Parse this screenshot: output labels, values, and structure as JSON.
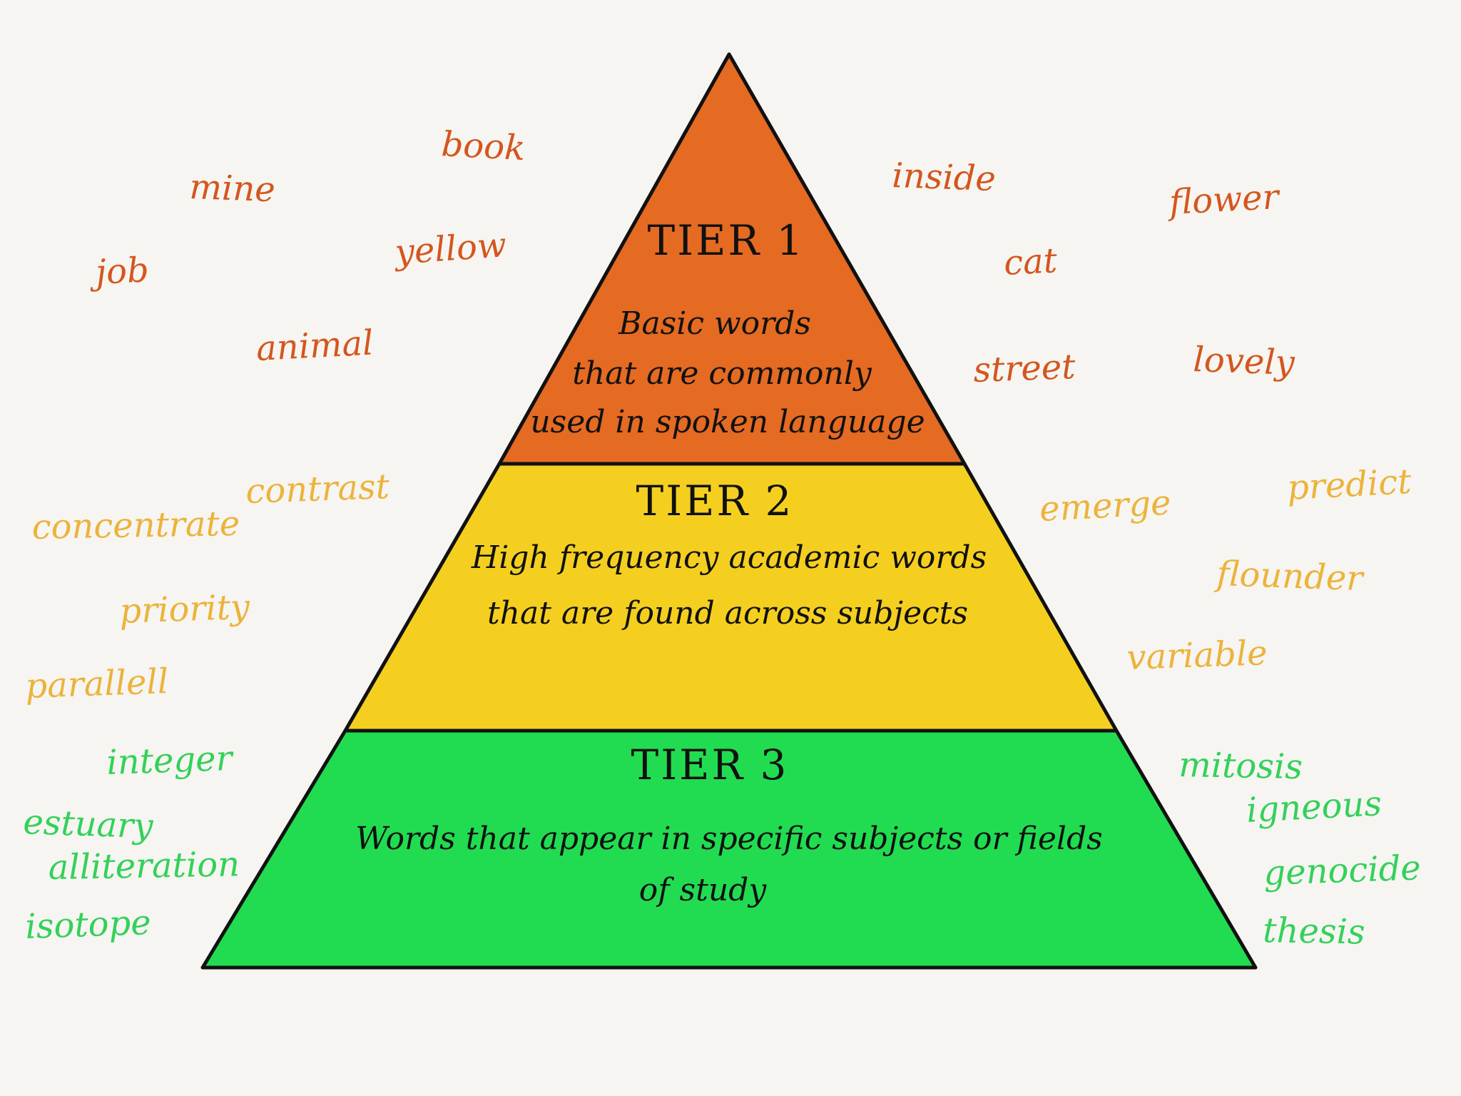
{
  "colors": {
    "background": "#f6f5f1",
    "outline": "#111111",
    "tier1_fill": "#e56a22",
    "tier2_fill": "#f5cf1f",
    "tier3_fill": "#21dc51",
    "tier1_words": "#d4561e",
    "tier2_words": "#ecb33c",
    "tier3_words": "#33d15a"
  },
  "tiers": [
    {
      "heading": "TIER 1",
      "description": [
        "Basic words",
        "that are commonly",
        "used in spoken language"
      ]
    },
    {
      "heading": "TIER 2",
      "description": [
        "High frequency academic words",
        "that are found across subjects"
      ]
    },
    {
      "heading": "TIER 3",
      "description": [
        "Words that appear in specific subjects or fields",
        "of study"
      ]
    }
  ],
  "words": {
    "tier1": [
      "book",
      "mine",
      "job",
      "yellow",
      "animal",
      "inside",
      "flower",
      "cat",
      "street",
      "lovely"
    ],
    "tier2": [
      "contrast",
      "concentrate",
      "priority",
      "parallell",
      "emerge",
      "predict",
      "flounder",
      "variable"
    ],
    "tier3": [
      "integer",
      "estuary",
      "alliteration",
      "isotope",
      "mitosis",
      "igneous",
      "genocide",
      "thesis"
    ]
  }
}
